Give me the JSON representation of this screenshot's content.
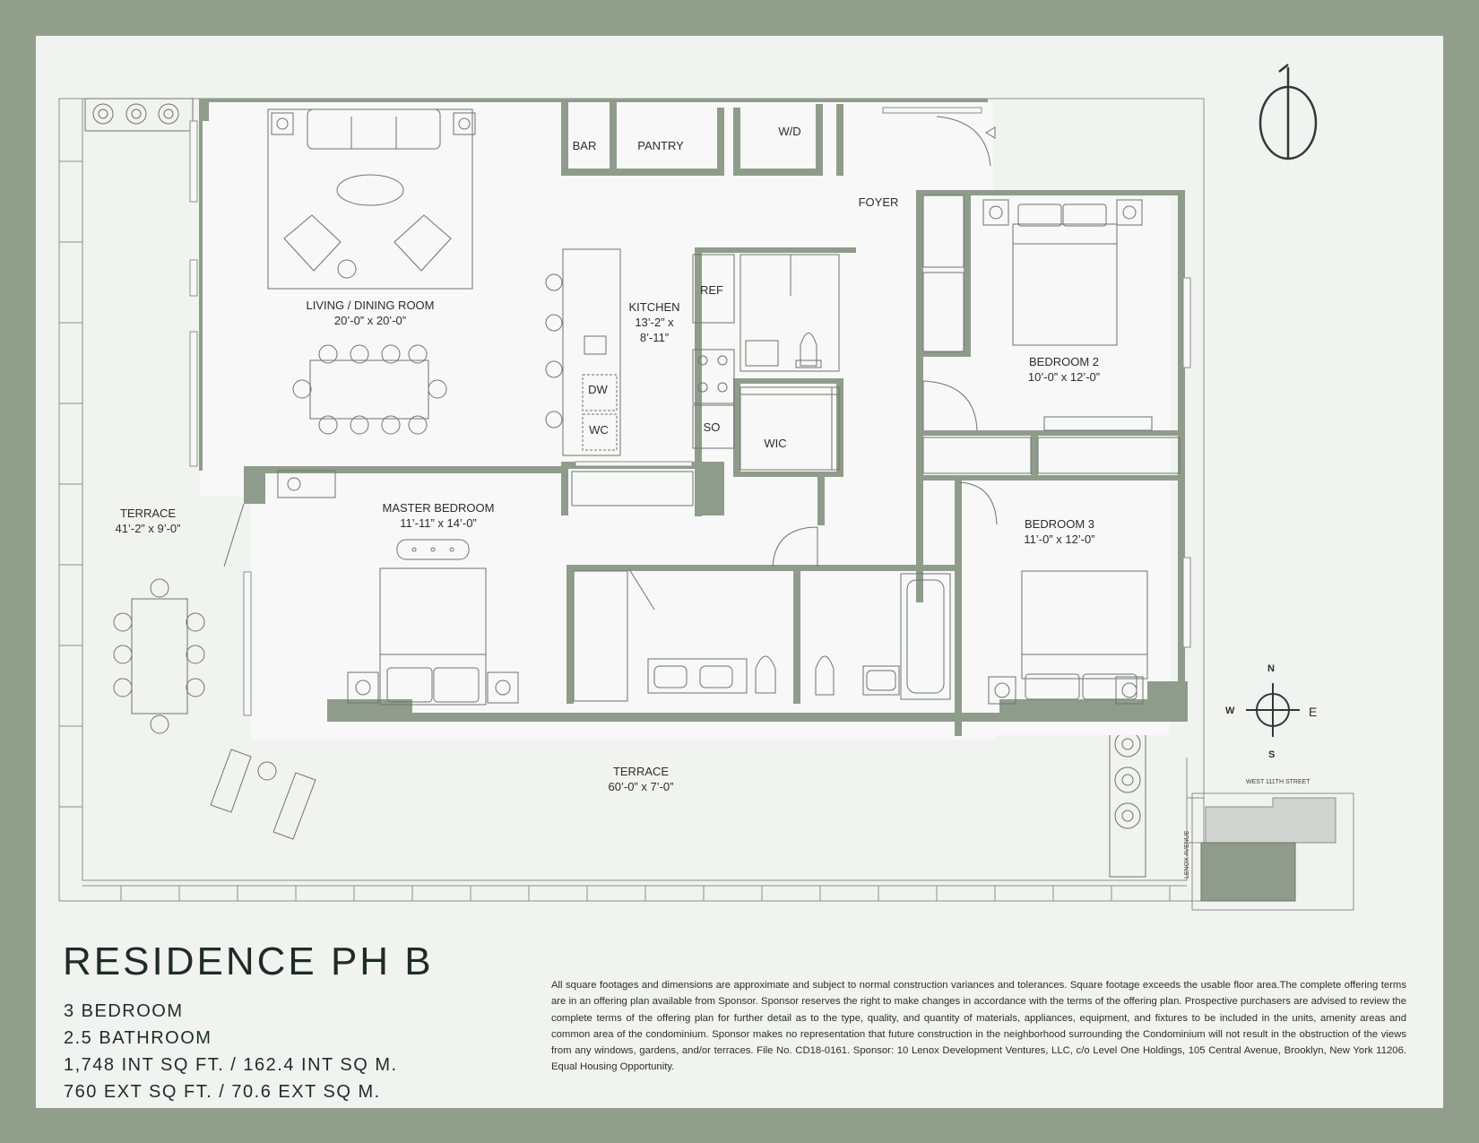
{
  "residence": {
    "title": "RESIDENCE PH B",
    "specs": [
      "3 BEDROOM",
      "2.5 BATHROOM",
      "1,748 INT SQ FT. / 162.4 INT SQ M.",
      "760 EXT SQ FT. / 70.6 EXT SQ M."
    ]
  },
  "rooms": {
    "living": {
      "name": "LIVING / DINING ROOM",
      "dims": "20’-0” x 20’-0”"
    },
    "kitchen": {
      "name": "KITCHEN",
      "dims1": "13’-2” x",
      "dims2": "8’-11”"
    },
    "foyer": {
      "name": "FOYER"
    },
    "bar": {
      "name": "BAR"
    },
    "pantry": {
      "name": "PANTRY"
    },
    "wd": {
      "name": "W/D"
    },
    "ref": {
      "name": "REF"
    },
    "dw": {
      "name": "DW"
    },
    "wc": {
      "name": "WC"
    },
    "so": {
      "name": "SO"
    },
    "wic": {
      "name": "WIC"
    },
    "bedroom2": {
      "name": "BEDROOM 2",
      "dims": "10’-0” x 12’-0”"
    },
    "bedroom3": {
      "name": "BEDROOM 3",
      "dims": "11’-0” x 12’-0”"
    },
    "master": {
      "name": "MASTER BEDROOM",
      "dims": "11’-11” x 14’-0”"
    },
    "terrace_west": {
      "name": "TERRACE",
      "dims": "41’-2” x 9’-0”"
    },
    "terrace_south": {
      "name": "TERRACE",
      "dims": "60’-0” x 7’-0”"
    }
  },
  "compass": {
    "n": "N",
    "s": "S",
    "e": "E",
    "w": "W"
  },
  "keyplan": {
    "street": "WEST 111TH STREET",
    "avenue": "LENOX AVENUE"
  },
  "disclaimer": "All square footages and dimensions are approximate and subject to normal construction variances and tolerances. Square footage exceeds the usable floor area.The complete offering terms are in an offering plan available from Sponsor.  Sponsor reserves the right to make changes in accordance with the terms of the offering plan. Prospective purchasers are advised to review the complete terms of the offering plan for further detail as to the type, quality, and quantity of materials, appliances, equipment, and fixtures to be included in the units, amenity areas and common area of the condominium. Sponsor makes no representation that future construction in the neighborhood surrounding the Condominium will not result in the obstruction of the views from any windows, gardens, and/or terraces. File No. CD18-0161. Sponsor: 10 Lenox Development Ventures, LLC, c/o Level One Holdings, 105 Central Avenue, Brooklyn, New York 11206. Equal Housing Opportunity.",
  "colors": {
    "frame": "#919e8c",
    "paper": "#f1f3f1",
    "wall": "#8f9c8b",
    "ink": "#1f2c26",
    "line": "#8a8f8a"
  }
}
